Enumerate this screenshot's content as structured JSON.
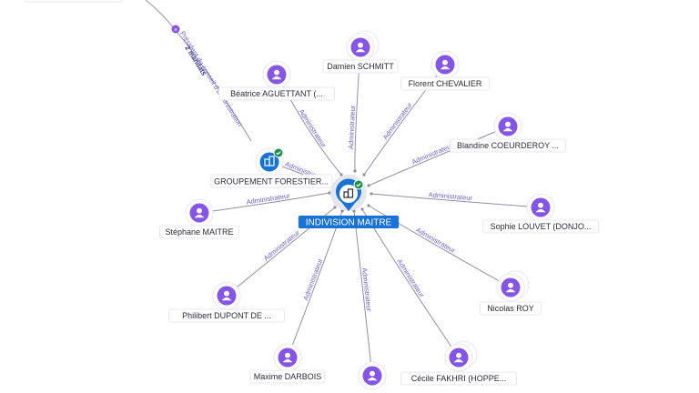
{
  "colors": {
    "person": "#8455e6",
    "company": "#1773d6",
    "center": "#1773d6",
    "check": "#1a8f4e",
    "edge": "#8e8fa6",
    "edge_label": "#6b60c8"
  },
  "center": {
    "label": "INDIVISION MAITRE",
    "icon": "building-icon",
    "verified": true
  },
  "company": {
    "label": "GROUPEMENT FORESTIER...",
    "icon": "building-icon",
    "verified": true,
    "edge_label": "Administrateur",
    "upstream_edge": {
      "label": "Président du conseil d'administration",
      "badge": "2 mandats"
    }
  },
  "people": [
    {
      "name": "Damien SCHMITT",
      "edge_label": "Administrateur"
    },
    {
      "name": "Béatrice AGUETTANT (...",
      "edge_label": "Administrateur"
    },
    {
      "name": "Florent CHEVALIER",
      "edge_label": "Administrateur"
    },
    {
      "name": "Blandine COEURDEROY ...",
      "edge_label": "Administrateur"
    },
    {
      "name": "Sophie LOUVET (DONJO...",
      "edge_label": "Administrateur"
    },
    {
      "name": "Stéphane MAITRE",
      "edge_label": "Administrateur"
    },
    {
      "name": "Nicolas ROY",
      "edge_label": "Administrateur"
    },
    {
      "name": "Philibert DUPONT DE ...",
      "edge_label": "Administrateur"
    },
    {
      "name": "Maxime DARBOIS",
      "edge_label": "Administrateur"
    },
    {
      "name": "",
      "edge_label": "Administrateur"
    },
    {
      "name": "Cécile FAKHRI (HOPPE...",
      "edge_label": "Administrateur"
    }
  ]
}
